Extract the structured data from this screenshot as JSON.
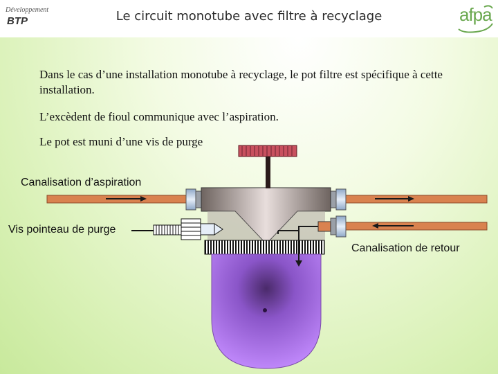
{
  "header": {
    "title": "Le circuit monotube avec filtre à recyclage",
    "logo_left_line1": "Développement",
    "logo_left_line2": "BTP",
    "logo_right": "afpa"
  },
  "content": {
    "paragraph1": "Dans le cas d’une installation monotube à recyclage, le pot filtre est spécifique à cette installation.",
    "paragraph2": "L’excèdent de fioul  communique avec l’aspiration.",
    "paragraph3": "Le pot est muni d’une vis de purge"
  },
  "diagram": {
    "label_aspiration": "Canalisation d’aspiration",
    "label_vis": "Vis pointeau de purge",
    "label_retour": "Canalisation de retour"
  },
  "colors": {
    "pipe": "#d9824f",
    "pot": "#b57cf0",
    "screw_handle": "#c8505e",
    "arrow": "#1a1a1a"
  }
}
